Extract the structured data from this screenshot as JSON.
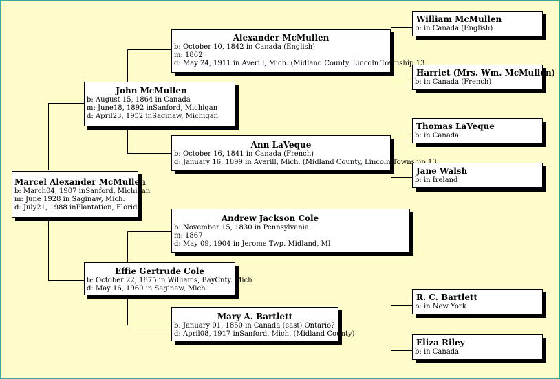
{
  "people": {
    "root": {
      "name": "Marcel Alexander McMullen",
      "b": "b: March04, 1907 inSanford, Michigan",
      "m": "m: June 1928 in Saginaw, Mich.",
      "d": "d: July21, 1988 inPlantation, Florida"
    },
    "father": {
      "name": "John McMullen",
      "b": "b: August 15, 1864 in Canada",
      "m": "m: June18, 1892 inSanford, Michigan",
      "d": "d: April23, 1952 inSaginaw, Michigan"
    },
    "mother": {
      "name": "Effie Gertrude Cole",
      "b": "b: October 22, 1875 in Williams, BayCnty. Mich",
      "d": "d: May 16, 1960 in Saginaw, Mich."
    },
    "pat_gf": {
      "name": "Alexander McMullen",
      "b": "b: October 10, 1842 in Canada (English)",
      "m": "m: 1862",
      "d": "d: May 24, 1911 in Averill, Mich. (Midland County, Lincoln Township 13"
    },
    "pat_gm": {
      "name": "Ann LaVeque",
      "b": "b: October 16, 1841 in Canada (French)",
      "d": "d: January 16, 1899 in Averill, Mich. (Midland County, Lincoln Township 13"
    },
    "mat_gf": {
      "name": "Andrew Jackson Cole",
      "b": "b: November 15, 1830 in Pennsylvania",
      "m": "m: 1867",
      "d": "d: May 09, 1904 in Jerome Twp. Midland, MI"
    },
    "mat_gm": {
      "name": "Mary A. Bartlett",
      "b": "b: January 01, 1850 in Canada (east) Ontario?",
      "d": "d: April08, 1917 inSanford, Mich. (Midland County)"
    },
    "ggf1": {
      "name": "William McMullen",
      "b": "b: in Canada (English)"
    },
    "ggm1": {
      "name": "Harriet (Mrs. Wm. McMullen)",
      "b": "b: in Canada (French)"
    },
    "ggf2": {
      "name": "Thomas LaVeque",
      "b": "b: in Canada"
    },
    "ggm2": {
      "name": "Jane Walsh",
      "b": "b: in Ireland"
    },
    "ggf3": {
      "name": "R. C. Bartlett",
      "b": "b: in New York"
    },
    "ggm3": {
      "name": "Eliza Riley",
      "b": "b: in Canada"
    }
  }
}
